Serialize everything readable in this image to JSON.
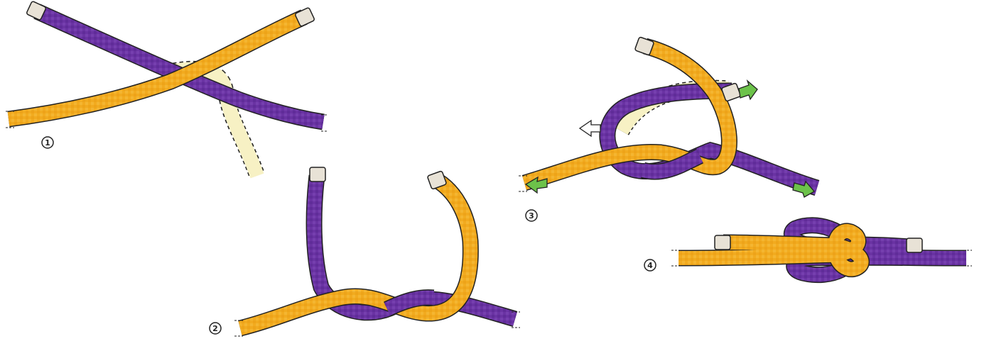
{
  "colors": {
    "yellow_rope": "#f2ab1f",
    "yellow_rope_shade": "#d88d12",
    "purple_rope": "#6a33a3",
    "purple_rope_shade": "#4e2280",
    "ghost_rope": "#f7f1c4",
    "arrow_green": "#6cc24a",
    "end_cap": "#e8e2d6",
    "outline": "#222222"
  },
  "steps": [
    {
      "number": "1"
    },
    {
      "number": "2"
    },
    {
      "number": "3"
    },
    {
      "number": "4"
    }
  ]
}
